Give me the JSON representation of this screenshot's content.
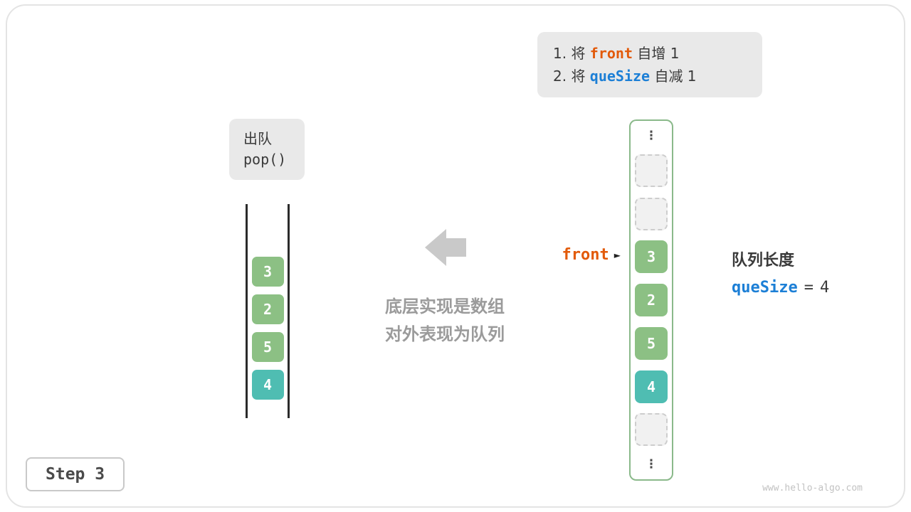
{
  "canvas": {
    "step_label": "Step 3",
    "watermark": "www.hello-algo.com"
  },
  "instruction_box": {
    "lines": [
      {
        "prefix": "1. 将 ",
        "code": "front",
        "suffix": " 自增 1"
      },
      {
        "prefix": "2. 将 ",
        "code": "queSize",
        "suffix": " 自减 1"
      }
    ]
  },
  "operation_box": {
    "line1": "出队",
    "line2": "pop()"
  },
  "abstract_queue": {
    "cells": [
      {
        "value": "3",
        "type": "green"
      },
      {
        "value": "2",
        "type": "green"
      },
      {
        "value": "5",
        "type": "green"
      },
      {
        "value": "4",
        "type": "teal"
      }
    ]
  },
  "caption": {
    "line1": "底层实现是数组",
    "line2": "对外表现为队列"
  },
  "front_pointer": {
    "label": "front",
    "arrow": "►"
  },
  "array_view": {
    "top_ellipsis": "⋮",
    "bottom_ellipsis": "⋮",
    "cells": [
      {
        "value": "",
        "type": "empty"
      },
      {
        "value": "",
        "type": "empty"
      },
      {
        "value": "3",
        "type": "green"
      },
      {
        "value": "2",
        "type": "green"
      },
      {
        "value": "5",
        "type": "green"
      },
      {
        "value": "4",
        "type": "teal"
      },
      {
        "value": "",
        "type": "empty"
      }
    ]
  },
  "queue_info": {
    "title": "队列长度",
    "variable": "queSize",
    "operator": "=",
    "value": "4"
  },
  "colors": {
    "green_cell": "#8cc084",
    "teal_cell": "#4fbdb2",
    "orange_code": "#e25a0a",
    "blue_code": "#1c7fd6",
    "box_gray": "#e9e9e9",
    "arrow_gray": "#c9c9c9",
    "array_border_green": "#8ab98a"
  }
}
